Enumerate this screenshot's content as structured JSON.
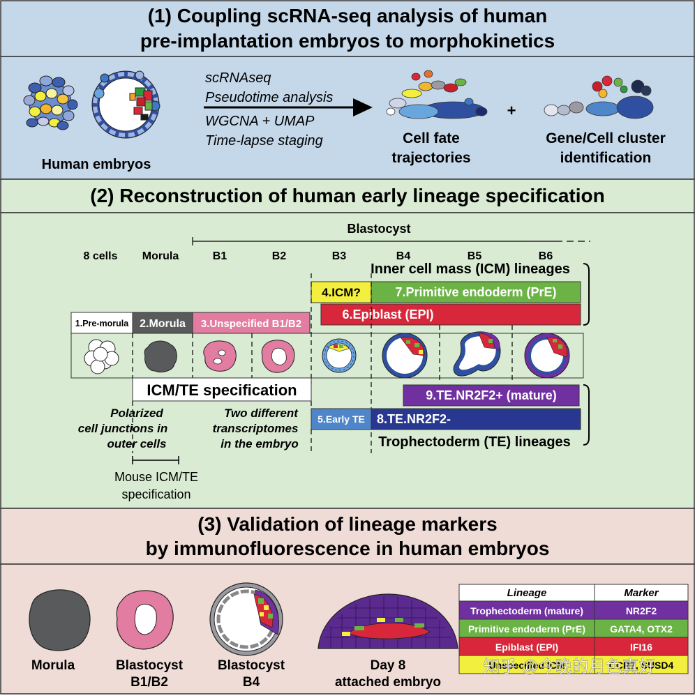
{
  "section1": {
    "title_line1": "(1) Coupling scRNA-seq analysis of human",
    "title_line2": "pre-implantation embryos to morphokinetics",
    "embryos_label": "Human embryos",
    "methods": [
      "scRNAseq",
      "Pseudotime analysis",
      "WGCNA + UMAP",
      "Time-lapse staging"
    ],
    "fate_line1": "Cell fate",
    "fate_line2": "trajectories",
    "plus": "+",
    "cluster_line1": "Gene/Cell cluster",
    "cluster_line2": "identification"
  },
  "section2": {
    "title": "(2) Reconstruction of human early lineage specification",
    "blastocyst_label": "Blastocyst",
    "stages": [
      "8 cells",
      "Morula",
      "B1",
      "B2",
      "B3",
      "B4",
      "B5",
      "B6"
    ],
    "icm_lineages_label": "Inner cell mass (ICM) lineages",
    "te_lineages_label": "Trophectoderm (TE) lineages",
    "bars": {
      "premorula": "1.Pre-morula",
      "morula": "2.Morula",
      "unspecified": "3.Unspecified B1/B2",
      "icm": "4.ICM?",
      "early_te": "5.Early TE",
      "epi": "6.Epiblast (EPI)",
      "pre": "7.Primitive endoderm (PrE)",
      "te_nr2f2_neg": "8.TE.NR2F2-",
      "te_nr2f2_pos": "9.TE.NR2F2+ (mature)"
    },
    "spec_box": "ICM/TE specification",
    "polarized": [
      "Polarized",
      "cell junctions in",
      "outer cells"
    ],
    "two_diff": [
      "Two different",
      "transcriptomes",
      "in the embryo"
    ],
    "mouse": [
      "Mouse ICM/TE",
      "specification"
    ]
  },
  "section3": {
    "title_line1": "(3) Validation of lineage markers",
    "title_line2": "by immunofluorescence in human embryos",
    "embryo_labels": {
      "morula": "Morula",
      "b12_line1": "Blastocyst",
      "b12_line2": "B1/B2",
      "b4_line1": "Blastocyst",
      "b4_line2": "B4",
      "day8_line1": "Day 8",
      "day8_line2": "attached embryo"
    },
    "table": {
      "header_lineage": "Lineage",
      "header_marker": "Marker",
      "rows": [
        {
          "lineage": "Trophectoderm (mature)",
          "marker": "NR2F2"
        },
        {
          "lineage": "Primitive endoderm (PrE)",
          "marker": "GATA4, OTX2"
        },
        {
          "lineage": "Epiblast (EPI)",
          "marker": "IFI16"
        },
        {
          "lineage": "Unspecified ICM",
          "marker": "CCR7, SUSD4"
        }
      ]
    },
    "watermark": "知乎 @今晚的月色真好"
  },
  "colors": {
    "sec1_bg": "#c5d8ea",
    "sec2_bg": "#d9ebd3",
    "sec3_bg": "#f0dcd6",
    "white_bar": "#ffffff",
    "morula_grey": "#595a5c",
    "unspecified_pink": "#e27ca0",
    "icm_yellow": "#f3ef3e",
    "early_te_blue": "#4f86c9",
    "epi_red": "#d8273a",
    "pre_green": "#6cb345",
    "te_navy": "#283790",
    "te_purple": "#7030a0"
  }
}
